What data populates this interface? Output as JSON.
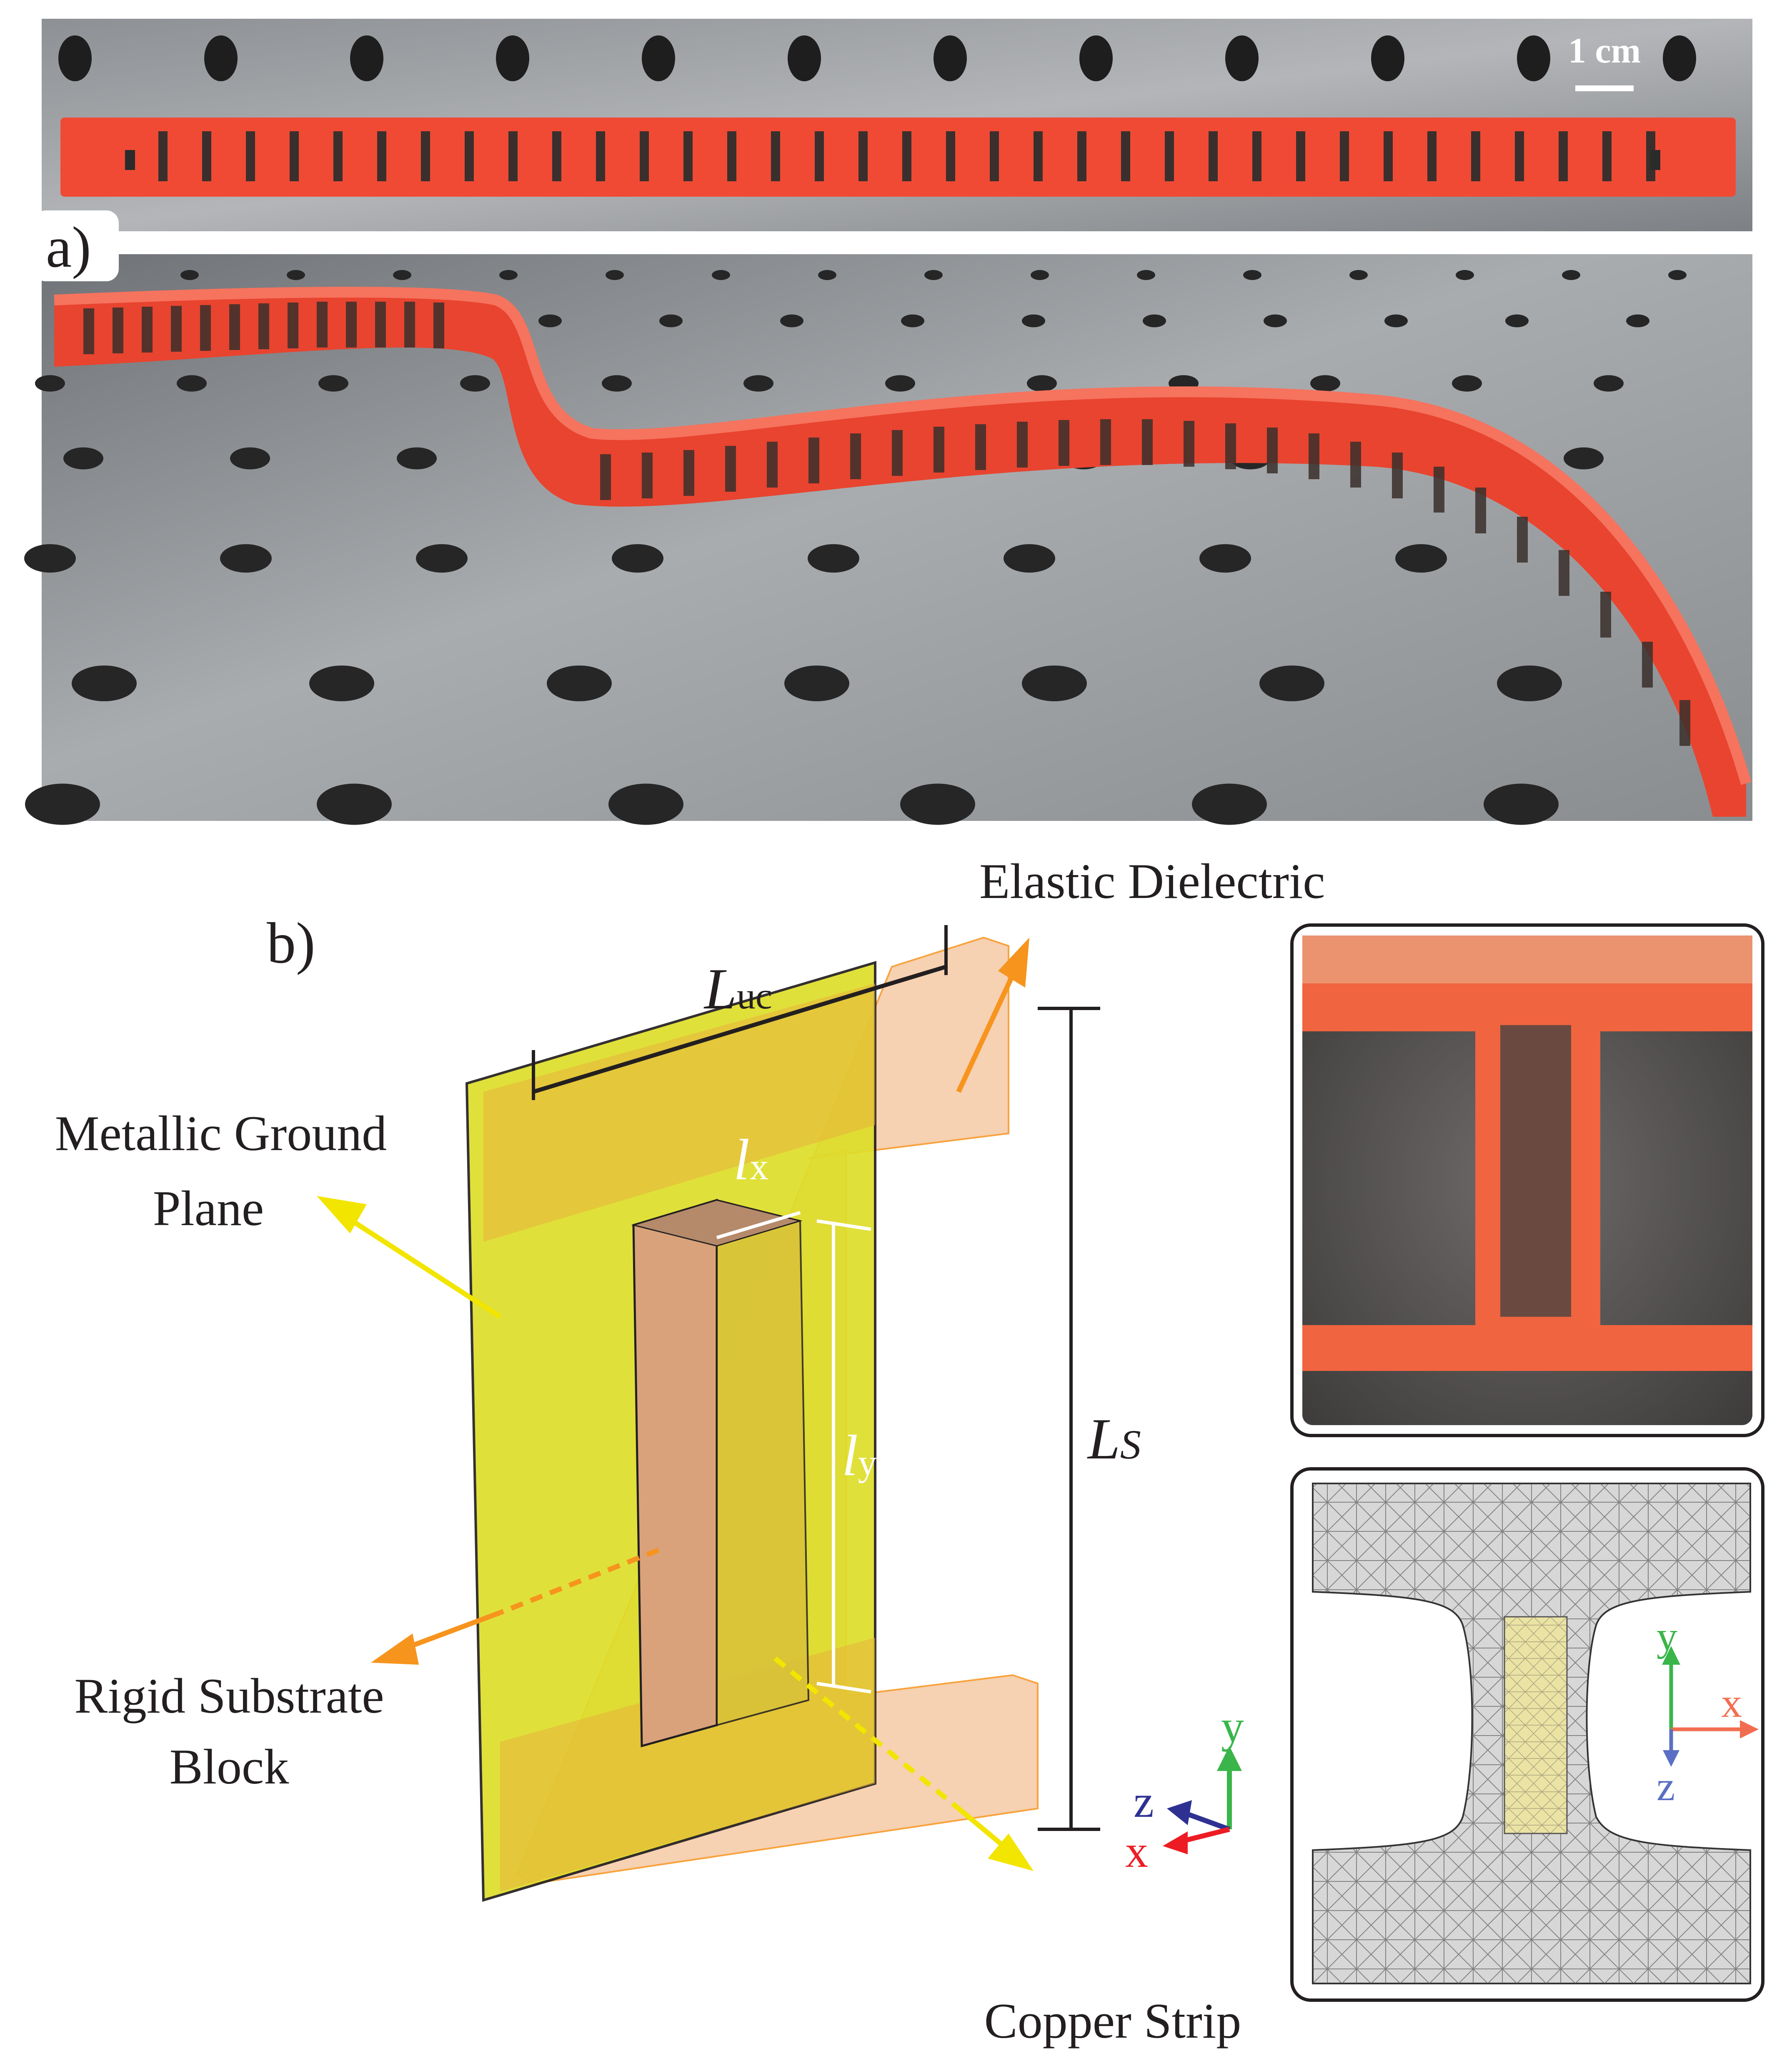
{
  "panel_a": {
    "label": "a)",
    "scale_bar_label": "1 cm"
  },
  "panel_b": {
    "label": "b)",
    "labels": {
      "elastic_dielectric": "Elastic Dielectric",
      "metallic_ground_plane_line1": "Metallic Ground",
      "metallic_ground_plane_line2": "Plane",
      "rigid_substrate_block_line1": "Rigid Substrate",
      "rigid_substrate_block_line2": "Block",
      "copper_strip": "Copper Strip"
    },
    "dimensions": {
      "luc_main": "L",
      "luc_sub": "uc",
      "ls_main": "L",
      "ls_sub": "S",
      "lx_main": "l",
      "lx_sub": "x",
      "ly_main": "l",
      "ly_sub": "y"
    },
    "axes_main": {
      "x": "x",
      "y": "y",
      "z": "z"
    },
    "axes_mesh": {
      "x": "x",
      "y": "y",
      "z": "z"
    }
  },
  "colors": {
    "red_strip": "#f04a35",
    "ground_plane": "#dede2a",
    "dielectric": "#f5c9a5",
    "copper": "#d9a27a",
    "arrow_orange": "#f7941d",
    "arrow_yellow": "#f2e500",
    "axis_y_green": "#39b54a",
    "axis_z_blue": "#2e3192",
    "axis_x_red": "#ed1c24"
  }
}
